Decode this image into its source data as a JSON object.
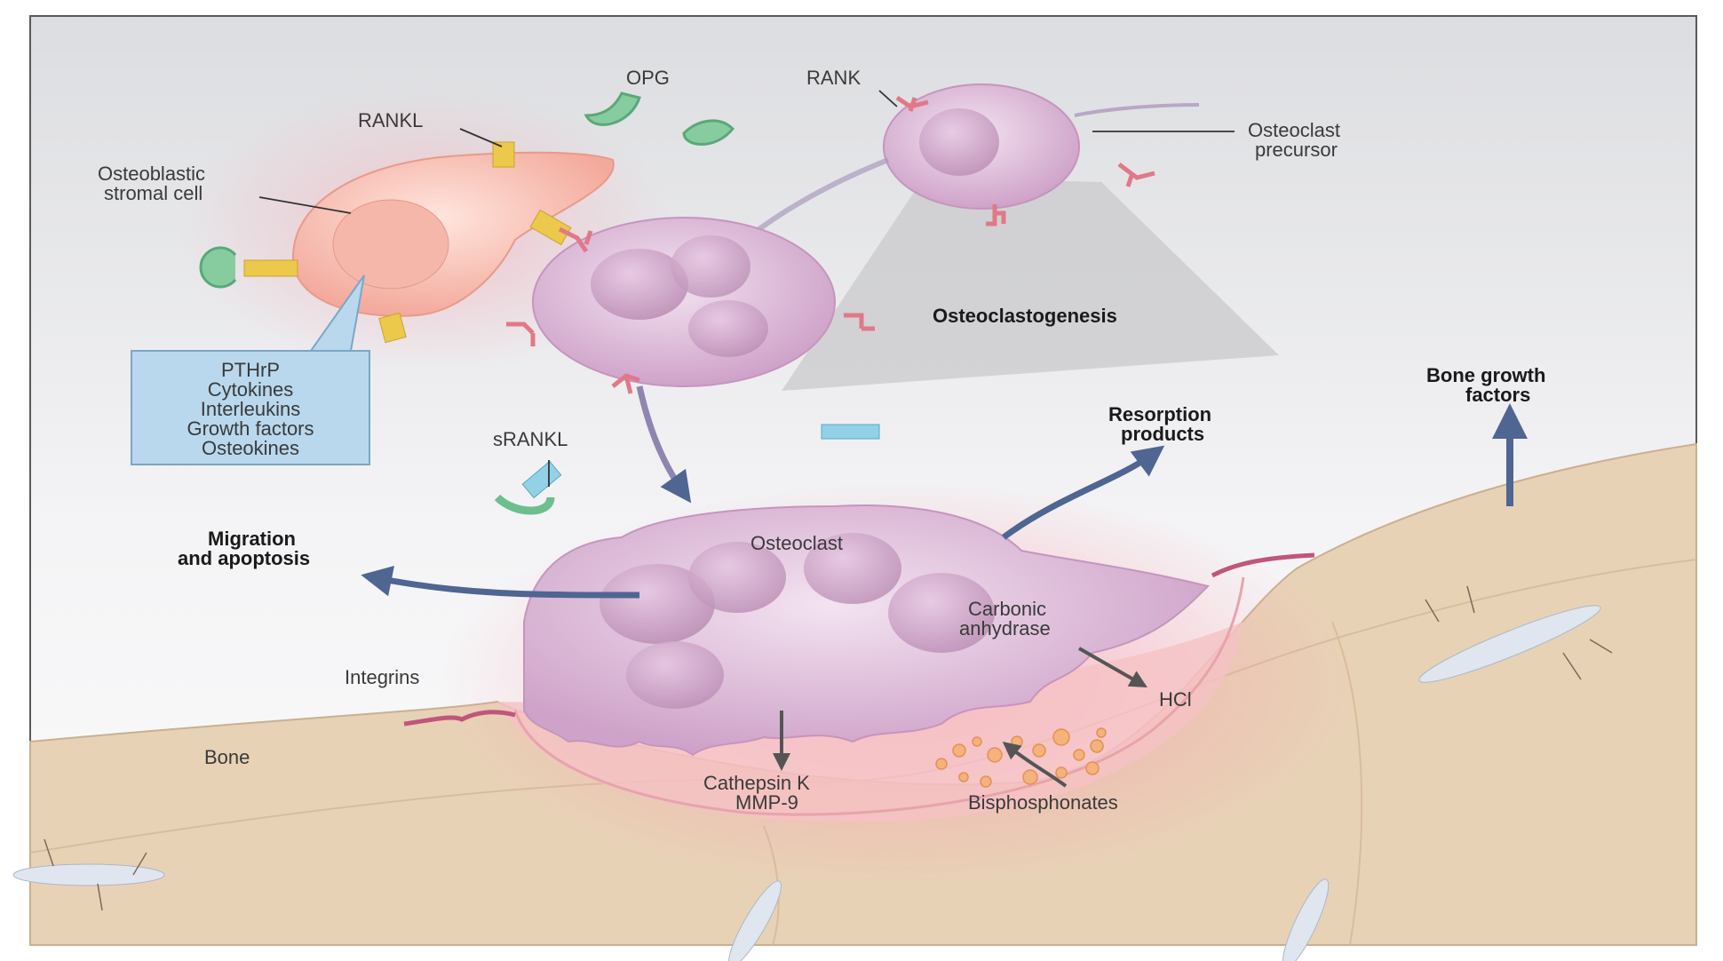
{
  "labels": {
    "opg": "OPG",
    "rank": "RANK",
    "rankl": "RANKL",
    "osteoblastic_line1": "Osteoblastic",
    "osteoblastic_line2": "stromal cell",
    "precursor_line1": "Osteoclast",
    "precursor_line2": "precursor",
    "osteoclastogenesis": "Osteoclastogenesis",
    "srankl": "sRANKL",
    "bone_growth_line1": "Bone growth",
    "bone_growth_line2": "factors",
    "resorption_line1": "Resorption",
    "resorption_line2": "products",
    "migration_line1": "Migration",
    "migration_line2": "and apoptosis",
    "osteoclast": "Osteoclast",
    "carbonic_line1": "Carbonic",
    "carbonic_line2": "anhydrase",
    "integrins": "Integrins",
    "hcl": "HCl",
    "bone": "Bone",
    "cathepsin_line1": "Cathepsin K",
    "cathepsin_line2": "MMP-9",
    "bisphosphonates": "Bisphosphonates"
  },
  "factor_box": [
    "PTHrP",
    "Cytokines",
    "Interleukins",
    "Growth factors",
    "Osteokines"
  ],
  "colors": {
    "bone": "#e9d3b8",
    "osteoblast": "#f6bcae",
    "osteoclast": "#d9b3d3",
    "rankl": "#e9c54a",
    "opg": "#7cc89a",
    "rank_receptor": "#e07a8c",
    "arrow": "#5a6f9c",
    "factor_box": "#b9d8ee"
  }
}
